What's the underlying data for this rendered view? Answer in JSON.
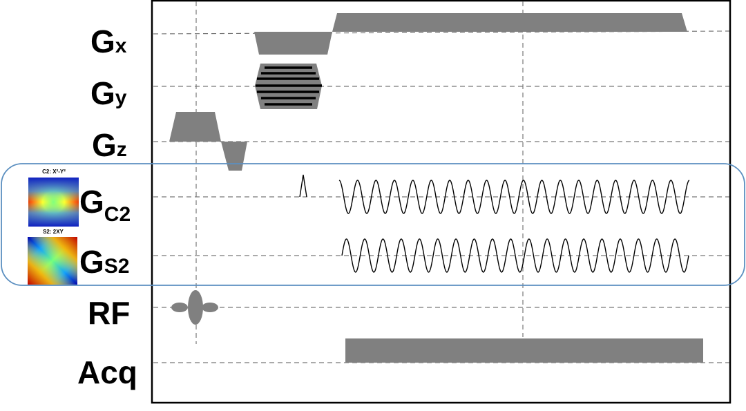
{
  "rows": [
    {
      "id": "gx",
      "main": "G",
      "sub": "x"
    },
    {
      "id": "gy",
      "main": "G",
      "sub": "y"
    },
    {
      "id": "gz",
      "main": "G",
      "sub": "z"
    },
    {
      "id": "gc2",
      "main": "G",
      "sub": "C2"
    },
    {
      "id": "gs2",
      "main": "G",
      "sub": "S2"
    },
    {
      "id": "rf",
      "main": "RF"
    },
    {
      "id": "acq",
      "main": "Acq"
    }
  ],
  "field_maps": [
    {
      "id": "c2",
      "caption": "C2: X²-Y²"
    },
    {
      "id": "s2",
      "caption": "S2: 2XY"
    }
  ],
  "colors": {
    "pulse": "#808080",
    "frame": "#000000",
    "guide": "#777777",
    "highlight": "#5b8fc0",
    "map_hot": "#d01010",
    "map_cold": "#1030c8"
  },
  "oscillations": {
    "c2_cycles": 19,
    "s2_cycles": 19
  }
}
